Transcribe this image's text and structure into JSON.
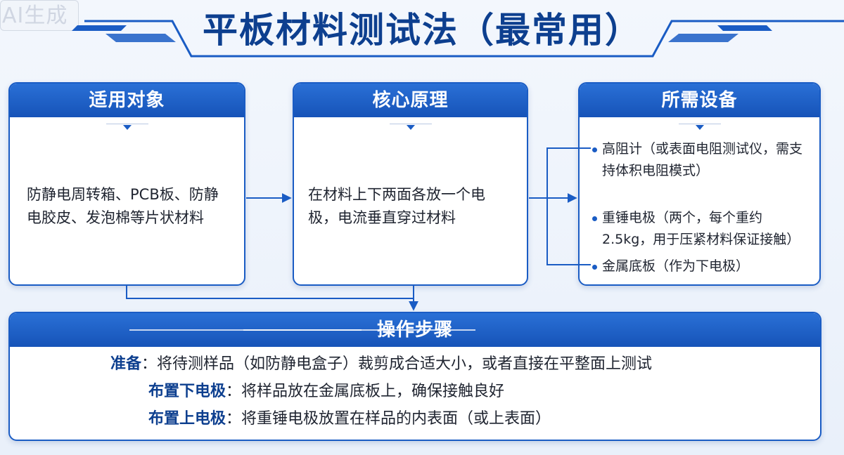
{
  "watermark": "AI生成",
  "title": "平板材料测试法（最常用）",
  "cards": [
    {
      "head": "适用对象",
      "body": "防静电周转箱、PCB板、防静电胶皮、发泡棉等片状材料"
    },
    {
      "head": "核心原理",
      "body": "在材料上下两面各放一个电极，电流垂直穿过材料"
    },
    {
      "head": "所需设备",
      "items": [
        "高阻计（或表面电阻测试仪，需支持体积电阻模式）",
        "重锤电极（两个，每个重约2.5kg，用于压紧材料保证接触）",
        "金属底板（作为下电极）"
      ]
    }
  ],
  "steps": {
    "head": "操作步骤",
    "rows": [
      {
        "label": "准备",
        "sep": "：",
        "text": "将待测样品（如防静电盒子）裁剪成合适大小，或者直接在平整面上测试"
      },
      {
        "label": "布置下电极",
        "sep": "：",
        "text": "将样品放在金属底板上，确保接触良好"
      },
      {
        "label": "布置上电极",
        "sep": "：",
        "text": "将重锤电极放置在样品的内表面（或上表面）"
      }
    ]
  },
  "colors": {
    "primary": "#1a5cc4",
    "title": "#0d3f8f"
  }
}
